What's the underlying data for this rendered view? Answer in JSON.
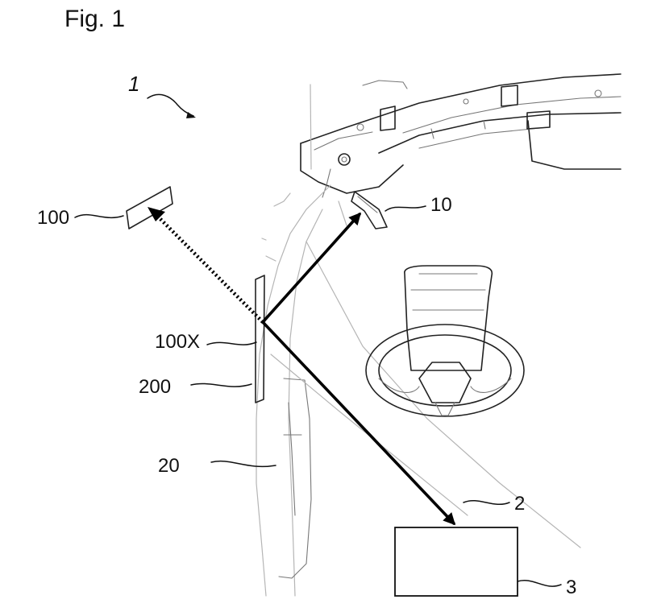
{
  "figure": {
    "title": "Fig. 1"
  },
  "labels": {
    "vehicle": "1",
    "display": "10",
    "virtual_image": "100",
    "virtual_image_pos": "100X",
    "film": "200",
    "pillar": "20",
    "windshield": "2",
    "controller": "3"
  }
}
